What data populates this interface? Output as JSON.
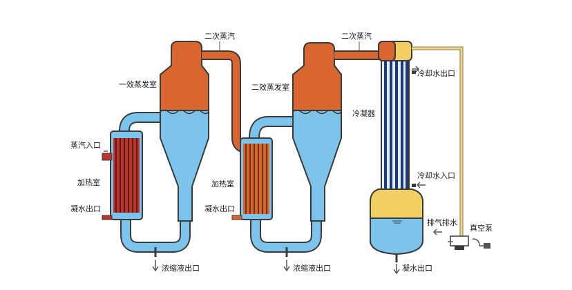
{
  "labels": {
    "secondary_steam_1": "二次蒸汽",
    "secondary_steam_2": "二次蒸汽",
    "first_effect_chamber": "一效蒸发室",
    "second_effect_chamber": "二效蒸发室",
    "steam_inlet": "蒸汽入口",
    "heating_chamber_1": "加热室",
    "heating_chamber_2": "加热室",
    "condensate_outlet_1": "凝水出口",
    "condensate_outlet_2": "凝水出口",
    "concentrate_outlet_1": "浓缩液出口",
    "concentrate_outlet_2": "浓缩液出口",
    "condenser": "冷凝器",
    "cooling_water_outlet": "冷却水出口",
    "cooling_water_inlet": "冷却水入口",
    "exhaust_drain": "排气排水",
    "vacuum_pump": "真空泵",
    "condensate_outlet_3": "凝水出口"
  },
  "colors": {
    "liquid": "#7cc4ec",
    "vapor": "#d9662e",
    "heating": "#b8342d",
    "heating_tube": "#8e2a23",
    "condenser_tube": "#1f3a7a",
    "collector": "#f2cf63",
    "outline": "#3a3a3a",
    "vacuum_line": "#f1d88a",
    "arrow": "#555555"
  }
}
